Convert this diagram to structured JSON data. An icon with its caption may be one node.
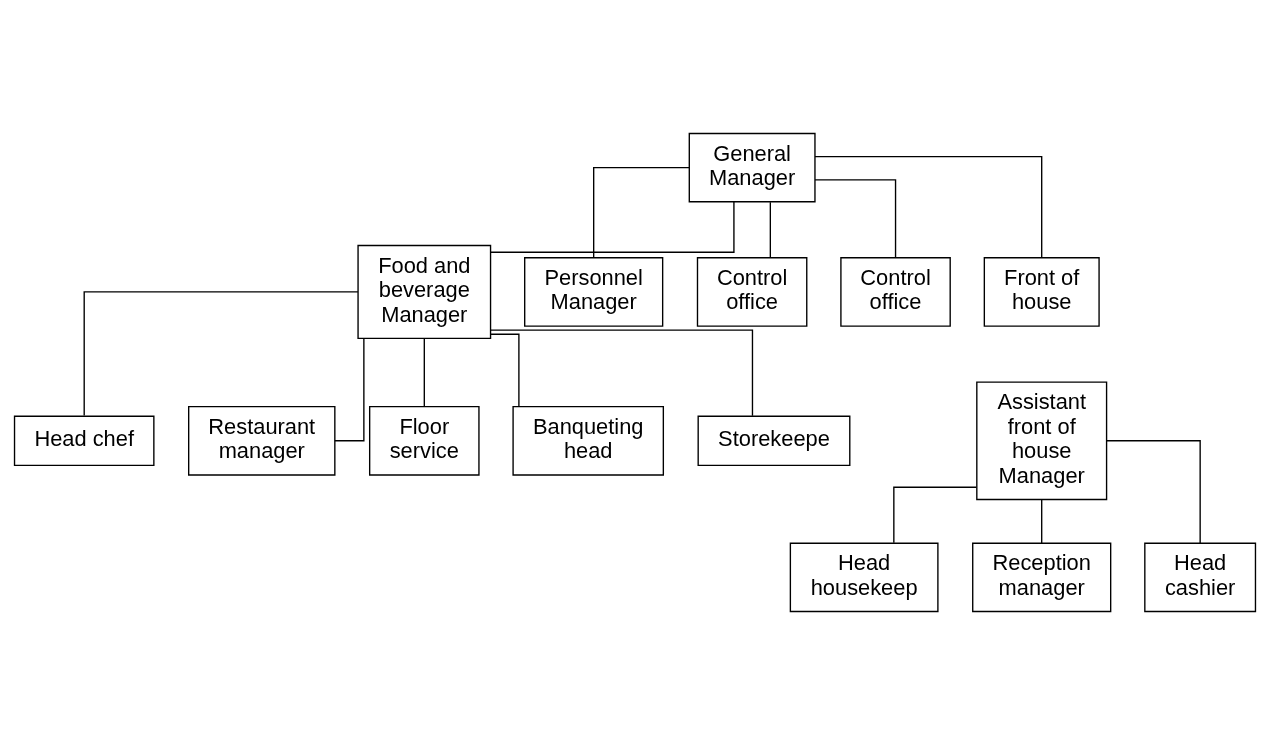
{
  "diagram": {
    "nodes": [
      {
        "text": [
          "General Manager"
        ]
      },
      {
        "text": [
          "Food and beverage Manager"
        ]
      },
      {
        "text": [
          "Personnel Manager"
        ]
      },
      {
        "text": [
          "Control office"
        ]
      },
      {
        "text": [
          "Control office"
        ]
      },
      {
        "text": [
          "Front of house"
        ]
      },
      {
        "text": [
          "Head chef"
        ]
      },
      {
        "text": [
          "Restaurant manager"
        ]
      },
      {
        "text": [
          "Floor service"
        ]
      },
      {
        "text": [
          "Banqueting head"
        ]
      },
      {
        "text": [
          "Storekeepe"
        ]
      },
      {
        "text": [
          "Assistant front of house Manager"
        ]
      },
      {
        "text": [
          "Head housekeep"
        ]
      },
      {
        "text": [
          "Reception manager"
        ]
      },
      {
        "text": [
          "Head cashier"
        ]
      }
    ],
    "edges": [
      {
        "from": 0,
        "to": 1,
        "arrow": "none"
      },
      {
        "from": 0,
        "to": 2,
        "arrow": "none"
      },
      {
        "from": 0,
        "to": 3,
        "arrow": "none"
      },
      {
        "from": 0,
        "to": 4,
        "arrow": "none"
      },
      {
        "from": 0,
        "to": 5,
        "arrow": "none"
      },
      {
        "from": 1,
        "to": 6,
        "arrow": "none"
      },
      {
        "from": 1,
        "to": 7,
        "arrow": "none"
      },
      {
        "from": 1,
        "to": 8,
        "arrow": "none"
      },
      {
        "from": 1,
        "to": 9,
        "arrow": "none"
      },
      {
        "from": 1,
        "to": 10,
        "arrow": "none"
      },
      {
        "from": 11,
        "to": 12,
        "arrow": "none"
      },
      {
        "from": 11,
        "to": 13,
        "arrow": "none"
      },
      {
        "from": 11,
        "to": 14,
        "arrow": "none"
      }
    ]
  }
}
